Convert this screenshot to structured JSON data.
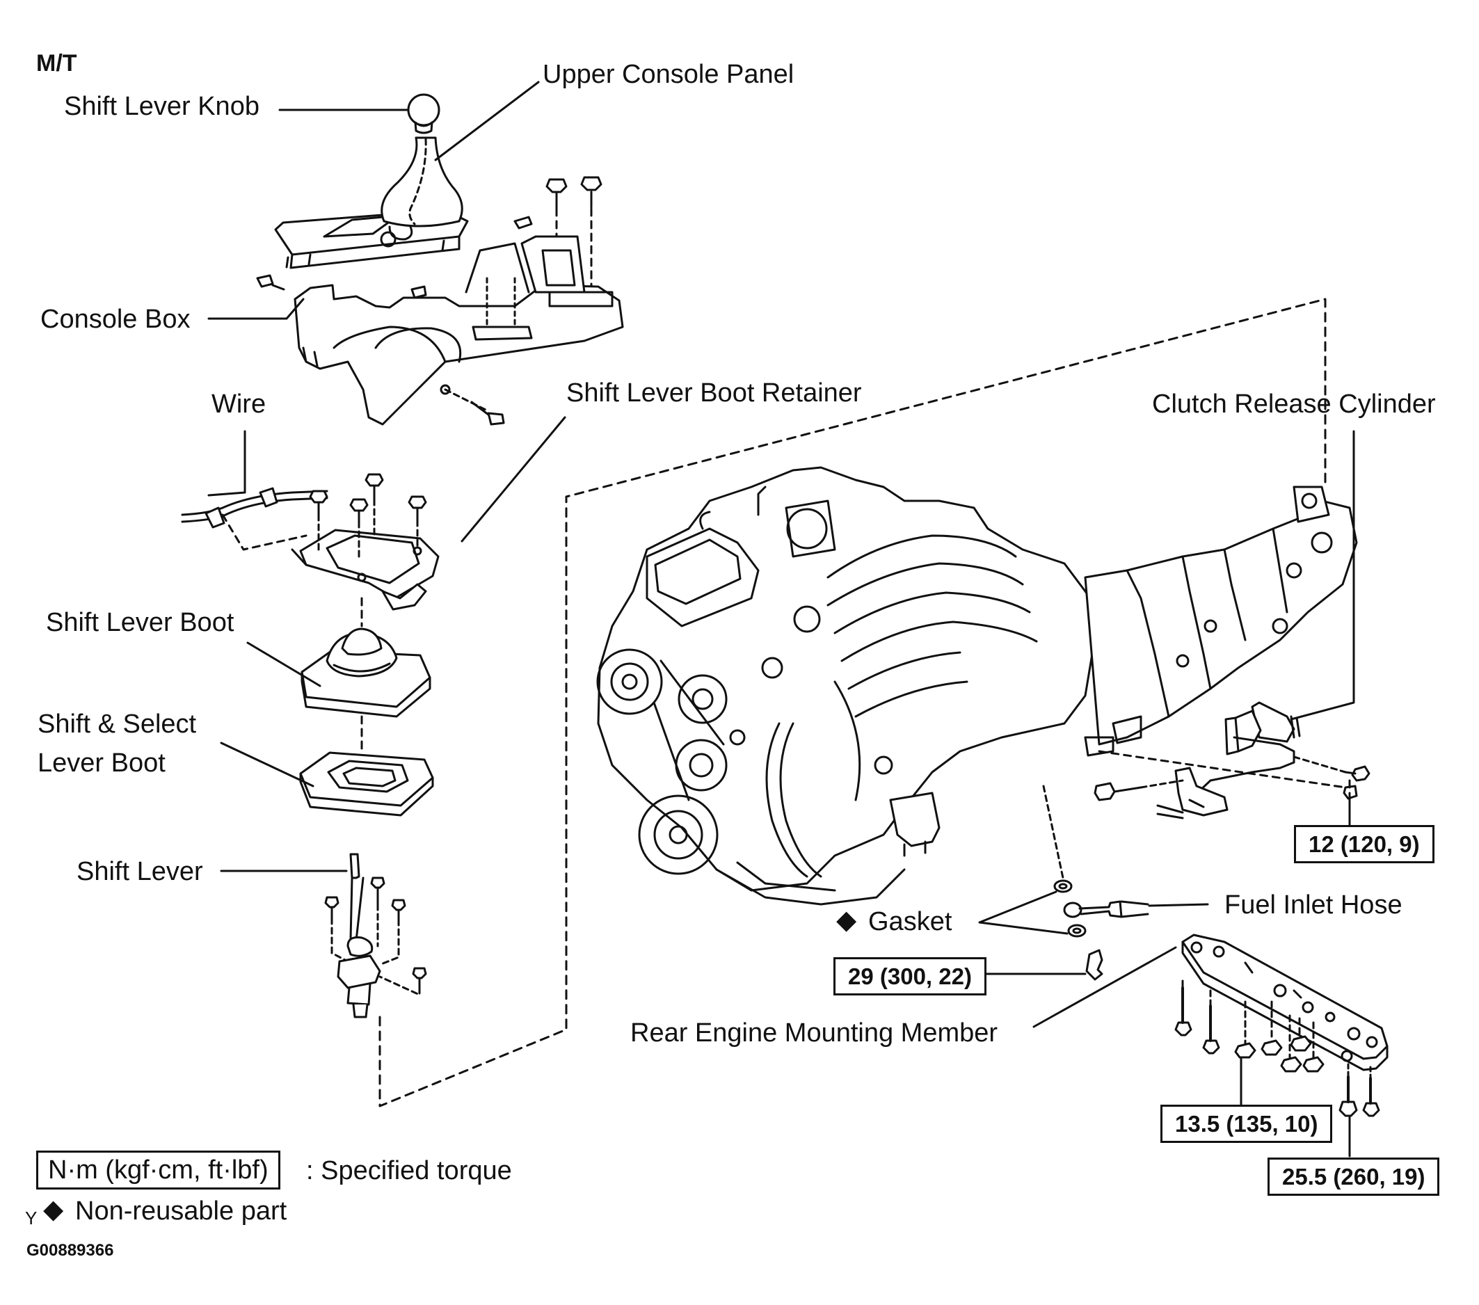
{
  "figure_tag": "M/T",
  "labels": {
    "shift_lever_knob": "Shift Lever Knob",
    "upper_console_panel": "Upper Console Panel",
    "console_box": "Console Box",
    "wire": "Wire",
    "shift_lever_boot_retainer": "Shift Lever Boot Retainer",
    "clutch_release_cylinder": "Clutch Release Cylinder",
    "shift_lever_boot": "Shift Lever Boot",
    "shift_select_lever_boot_line1": "Shift & Select",
    "shift_select_lever_boot_line2": "Lever Boot",
    "shift_lever": "Shift Lever",
    "gasket": "Gasket",
    "fuel_inlet_hose": "Fuel Inlet Hose",
    "rear_engine_mounting_member": "Rear Engine Mounting Member"
  },
  "torques": {
    "clutch_bolt": "12 (120, 9)",
    "fuel_union_bolt": "29 (300, 22)",
    "member_nut": "13.5 (135, 10)",
    "member_bolt": "25.5 (260, 19)"
  },
  "legend": {
    "torque_unit": "N·m (kgf·cm, ft·lbf)",
    "torque_desc": ": Specified torque",
    "nonreusable_desc": "Non-reusable part",
    "diamond": "◆",
    "y_mark": "Y"
  },
  "figure_id": "G00889366",
  "colors": {
    "ink": "#111111",
    "paper": "#ffffff"
  }
}
